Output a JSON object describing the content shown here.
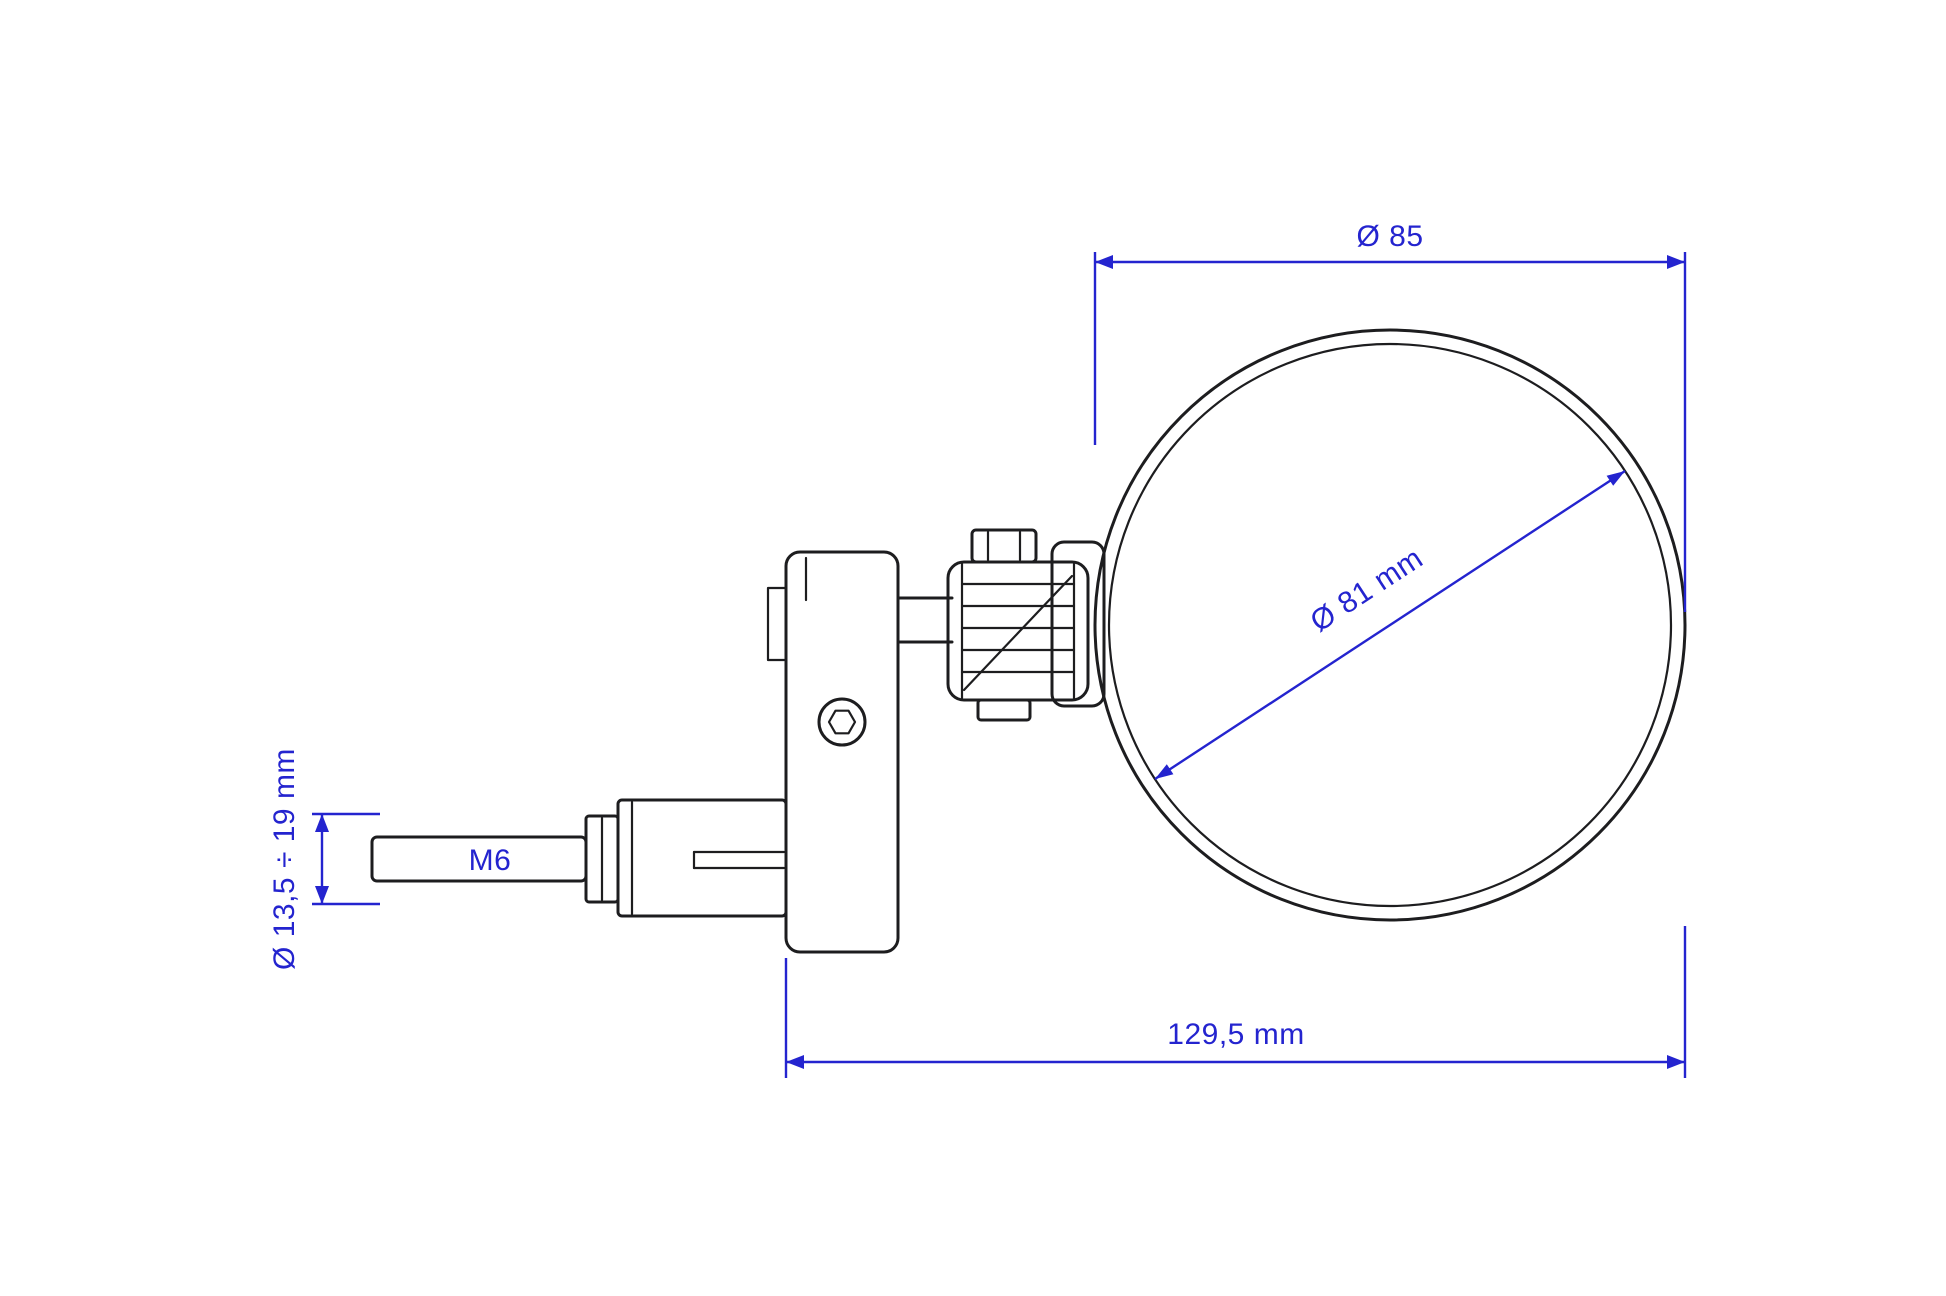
{
  "drawing": {
    "kind": "technical-dimension-drawing",
    "labels": {
      "mirror_outer_diameter": "Ø 85",
      "mirror_glass_diameter": "Ø 81 mm",
      "overall_length": "129,5 mm",
      "clamp_diameter_range": "Ø 13,5 ÷ 19 mm",
      "bolt_thread": "M6"
    },
    "colors": {
      "outline": "#1d1d1f",
      "dimension": "#2424cf",
      "background": "#ffffff"
    }
  }
}
